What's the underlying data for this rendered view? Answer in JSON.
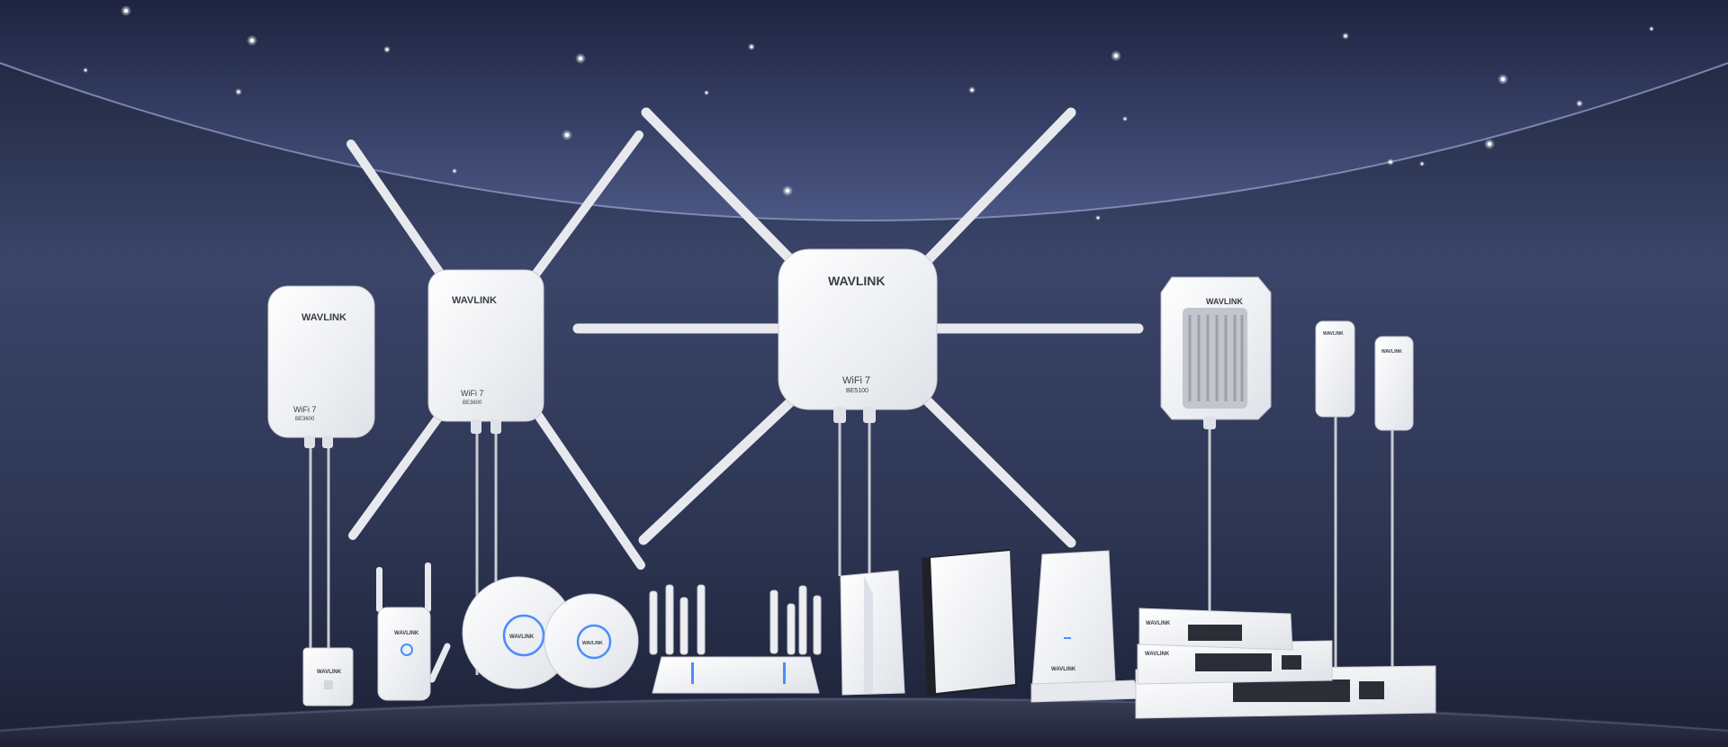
{
  "brand": "WAVLINK",
  "product_labels": {
    "wifi7": "WiFi 7",
    "model_center": "BE5100",
    "model_left": "BE3600"
  },
  "colors": {
    "sky_top": "#1f2540",
    "sky_mid": "#3a4468",
    "arc_glow": "#7d89b3",
    "device_white": "#f4f5f7",
    "device_shadow": "#c9ccd3",
    "accent_blue": "#4a8dff"
  }
}
